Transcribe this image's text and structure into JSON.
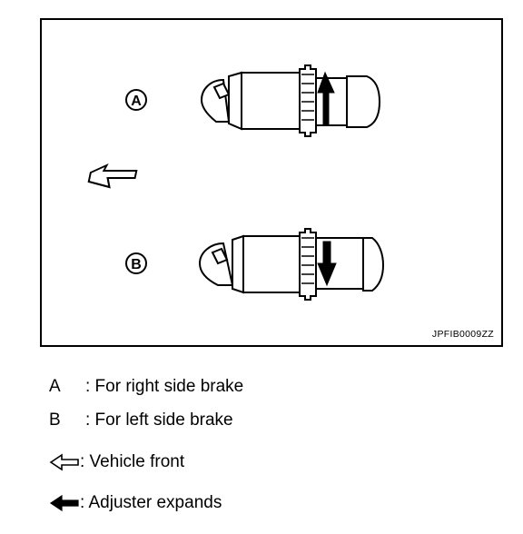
{
  "figure": {
    "label_a": "A",
    "label_b": "B",
    "figure_id": "JPFIB0009ZZ"
  },
  "legend": [
    {
      "key": "A",
      "text": ": For right side brake",
      "icon": null
    },
    {
      "key": "B",
      "text": ": For left side brake",
      "icon": null
    },
    {
      "key": "",
      "text": ": Vehicle front",
      "icon": "hollow-left-arrow-icon"
    },
    {
      "key": "",
      "text": ": Adjuster expands",
      "icon": "solid-left-arrow-icon"
    }
  ]
}
